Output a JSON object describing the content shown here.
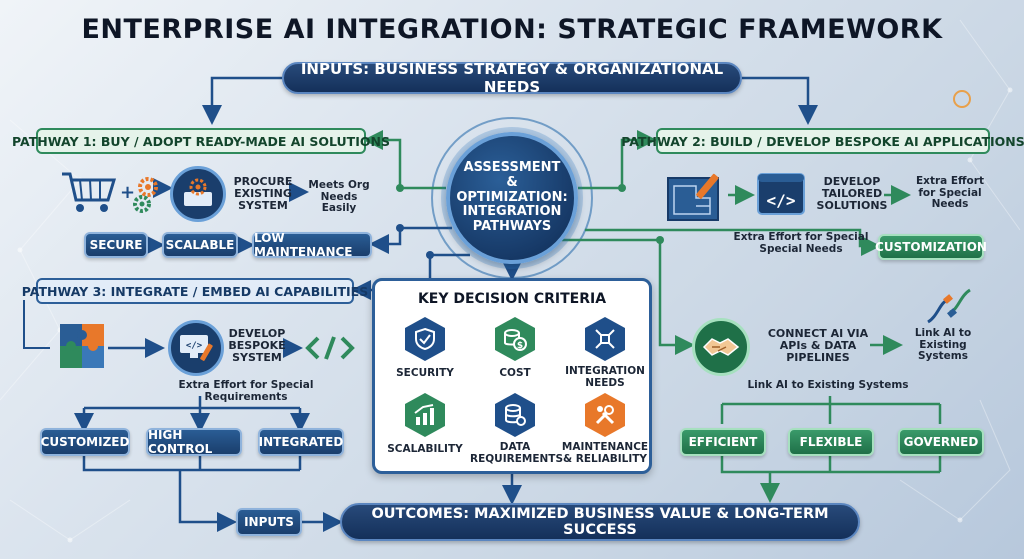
{
  "title": "ENTERPRISE AI INTEGRATION: STRATEGIC FRAMEWORK",
  "inputs_banner": "INPUTS: BUSINESS STRATEGY & ORGANIZATIONAL NEEDS",
  "center": {
    "label": "ASSESSMENT & OPTIMIZATION: INTEGRATION PATHWAYS"
  },
  "pathway1": {
    "header": "PATHWAY 1: BUY / ADOPT READY-MADE AI SOLUTIONS",
    "procure": "PROCURE EXISTING SYSTEM",
    "meets": "Meets Org Needs Easily",
    "pills": [
      "SECURE",
      "SCALABLE",
      "LOW MAINTENANCE"
    ]
  },
  "pathway2": {
    "header": "PATHWAY 2: BUILD / DEVELOP BESPOKE AI APPLICATIONS",
    "develop": "DEVELOP TAILORED SOLUTIONS",
    "extra_right": "Extra Effort for Special Needs",
    "extra_left": "Extra Effort for Special Special Needs",
    "pill": "CUSTOMIZATION"
  },
  "pathway3": {
    "header": "PATHWAY 3: INTEGRATE / EMBED AI CAPABILITIES",
    "develop": "DEVELOP BESPOKE SYSTEM",
    "extra": "Extra Effort for Special Requirements",
    "pills": [
      "CUSTOMIZED",
      "HIGH CONTROL",
      "INTEGRATED"
    ]
  },
  "pathway4": {
    "connect": "CONNECT AI VIA APIs & DATA PIPELINES",
    "link_right": "Link AI to Existing Systems",
    "link_below": "Link AI to Existing Systems",
    "pills": [
      "EFFICIENT",
      "FLEXIBLE",
      "GOVERNED"
    ]
  },
  "criteria": {
    "title": "KEY DECISION CRITERIA",
    "items": [
      {
        "label": "SECURITY",
        "icon": "shield-check-icon",
        "color": "#1f4f8a"
      },
      {
        "label": "COST",
        "icon": "coins-dollar-icon",
        "color": "#2f8a5c"
      },
      {
        "label": "INTEGRATION NEEDS",
        "icon": "network-nodes-icon",
        "color": "#1f4f8a"
      },
      {
        "label": "SCALABILITY",
        "icon": "growth-bars-icon",
        "color": "#2f8a5c"
      },
      {
        "label": "DATA REQUIREMENTS",
        "icon": "database-gear-icon",
        "color": "#1f4f8a"
      },
      {
        "label": "MAINTENANCE & RELIABILITY",
        "icon": "wrench-tools-icon",
        "color": "#e8782a"
      }
    ]
  },
  "bottom": {
    "inputs": "INPUTS",
    "outcomes": "OUTCOMES: MAXIMIZED BUSINESS VALUE & LONG-TERM SUCCESS"
  },
  "colors": {
    "navy": "#14305a",
    "green": "#1f7048",
    "accent_orange": "#e8782a"
  }
}
